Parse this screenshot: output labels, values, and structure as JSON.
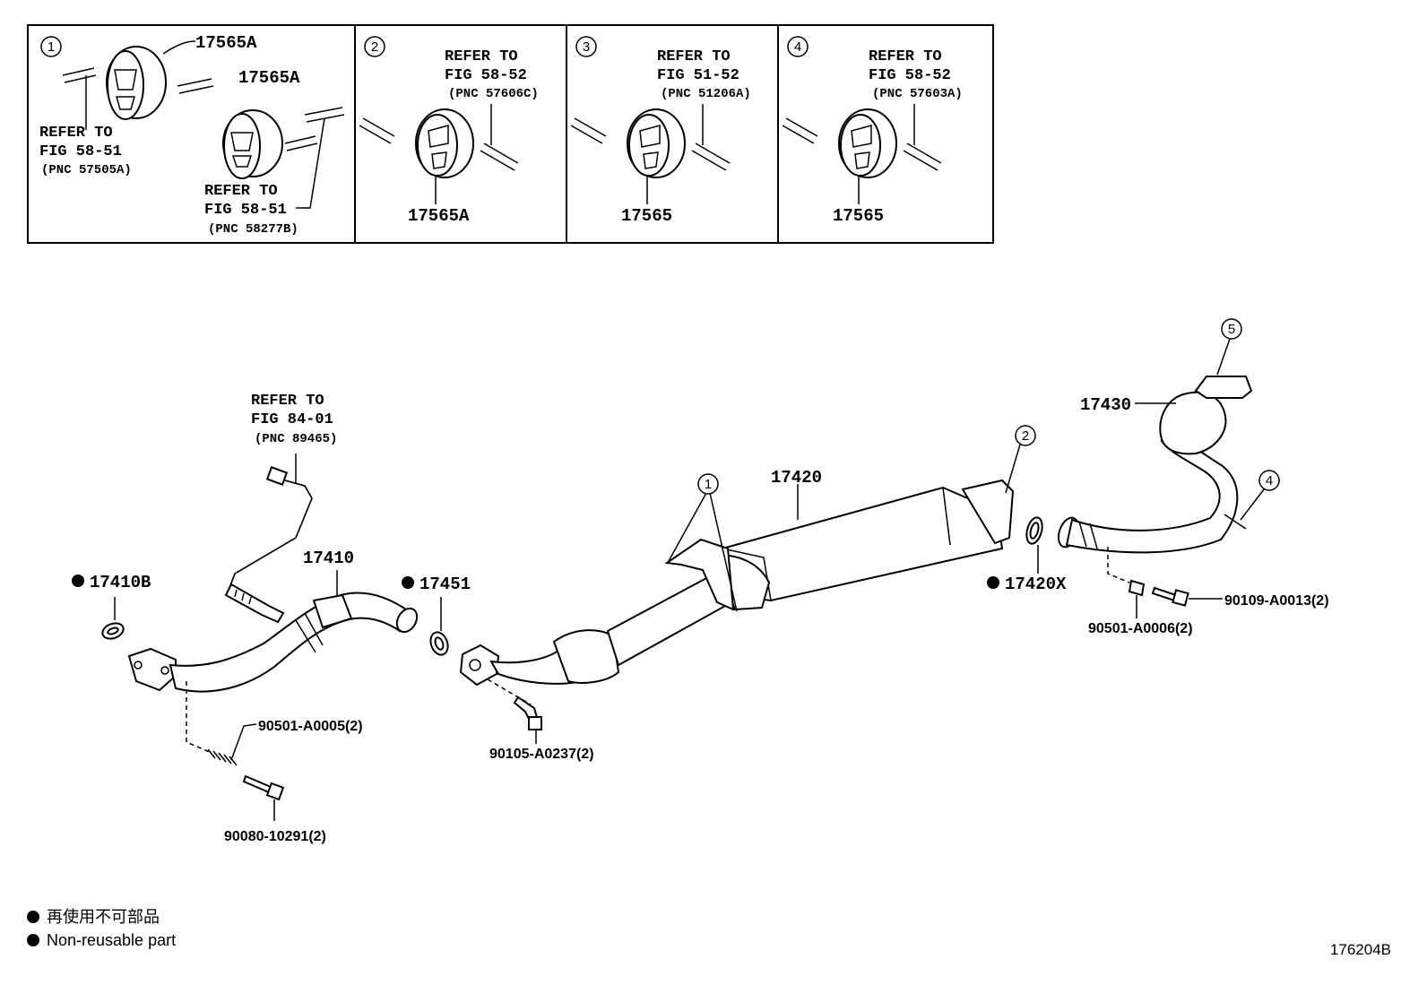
{
  "insets": [
    {
      "num": "1",
      "part_a": "17565A",
      "part_b": "17565A",
      "ref1": {
        "line1": "REFER TO",
        "line2": "FIG 58-51",
        "pnc": "(PNC 57505A)"
      },
      "ref2": {
        "line1": "REFER TO",
        "line2": "FIG 58-51",
        "pnc": "(PNC 58277B)"
      }
    },
    {
      "num": "2",
      "part": "17565A",
      "ref": {
        "line1": "REFER TO",
        "line2": "FIG 58-52",
        "pnc": "(PNC 57606C)"
      }
    },
    {
      "num": "3",
      "part": "17565",
      "ref": {
        "line1": "REFER TO",
        "line2": "FIG 51-52",
        "pnc": "(PNC 51206A)"
      }
    },
    {
      "num": "4",
      "part": "17565",
      "ref": {
        "line1": "REFER TO",
        "line2": "FIG 58-52",
        "pnc": "(PNC 57603A)"
      }
    }
  ],
  "main": {
    "sensor_ref": {
      "line1": "REFER TO",
      "line2": "FIG 84-01",
      "pnc": "(PNC 89465)"
    },
    "parts": {
      "front_pipe": "17410",
      "gasket_front": "17410B",
      "gasket_mid": "17451",
      "center_muffler": "17420",
      "gasket_rear": "17420X",
      "tail_pipe": "17430",
      "spring": "90501-A0005(2)",
      "bolt_front": "90080-10291(2)",
      "bolt_mid": "90105-A0237(2)",
      "spring_rear": "90501-A0006(2)",
      "bolt_rear": "90109-A0013(2)"
    },
    "callouts": {
      "c1": "1",
      "c2": "2",
      "c4": "4",
      "c5": "5"
    }
  },
  "legend": {
    "line1": "再使用不可部品",
    "line2": "Non-reusable part"
  },
  "figure_code": "176204B"
}
